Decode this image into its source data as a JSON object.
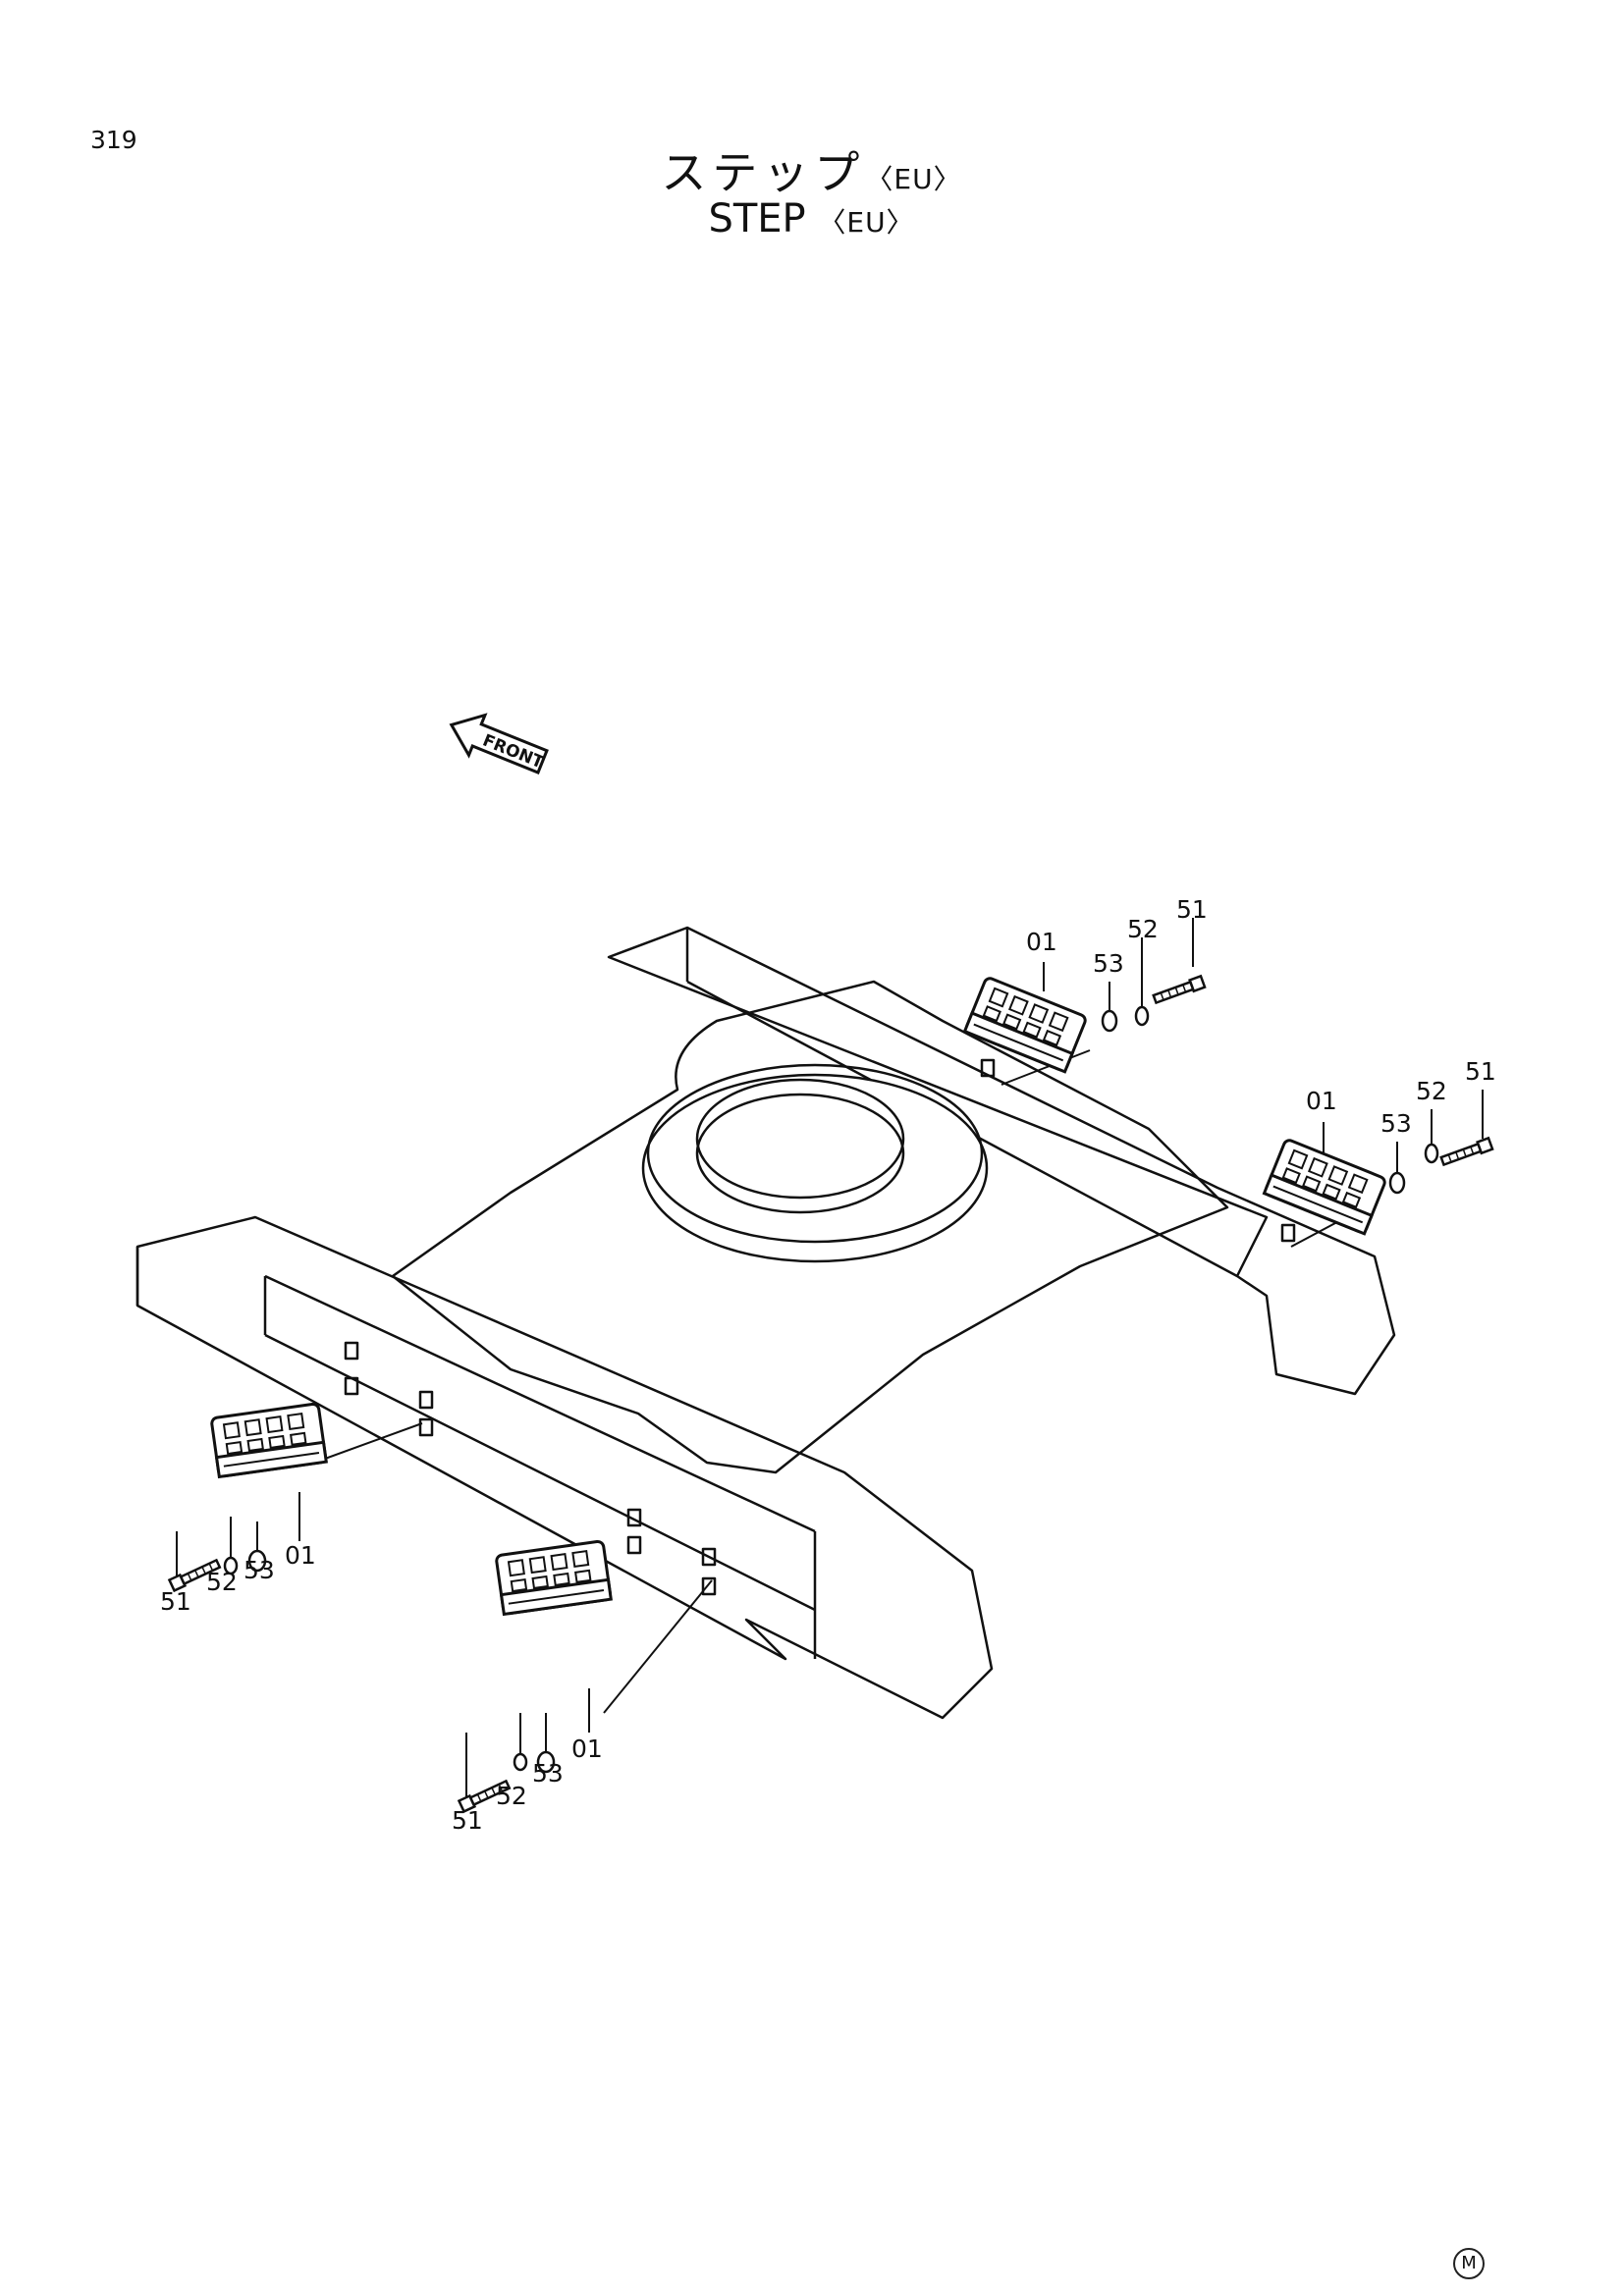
{
  "page": {
    "number": "319"
  },
  "title": {
    "japanese": "ステップ",
    "english": "STEP",
    "suffix": "〈EU〉"
  },
  "orientation": {
    "label": "FRONT"
  },
  "callouts": [
    {
      "label": "01"
    },
    {
      "label": "53"
    },
    {
      "label": "52"
    },
    {
      "label": "51"
    },
    {
      "label": "01"
    },
    {
      "label": "53"
    },
    {
      "label": "52"
    },
    {
      "label": "51"
    },
    {
      "label": "51"
    },
    {
      "label": "52"
    },
    {
      "label": "53"
    },
    {
      "label": "01"
    },
    {
      "label": "51"
    },
    {
      "label": "52"
    },
    {
      "label": "53"
    },
    {
      "label": "01"
    }
  ],
  "footer": {
    "mark": "M"
  }
}
